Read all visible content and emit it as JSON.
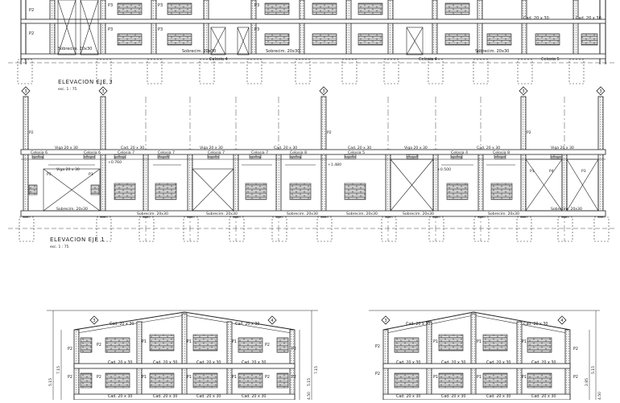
{
  "titles": {
    "eje3": "ELEVACION EJE 3",
    "eje3_scale": "esc. 1 : 75",
    "eje1": "ELEVACION EJE 1",
    "eje1_scale": "esc. 1 : 75"
  },
  "grid_markers": {
    "eje1": [
      "3",
      "3",
      "3",
      "3",
      "3"
    ],
    "lower_left": [
      "3",
      "4"
    ],
    "lower_right": [
      "3",
      "4"
    ]
  },
  "labels": {
    "viga": "Viga  20 x 30",
    "cad": "Cad. 20 x 30",
    "cad_short": "Cad.  20 x 30",
    "sobrecimiento": "Sobrecim. 20x30",
    "celosia_4": "Celosia 4",
    "celosia_5": "Celosia 5",
    "celosia_6": "Celosia 6",
    "celosia_7": "Celosia 7",
    "celosia_8": "Celosia 8",
    "p1": "P1",
    "p2": "P2",
    "p3": "P3",
    "p4": "P4",
    "level_1": "+1.480",
    "level_2": "+0.760",
    "level_3": "+0.500",
    "dim_a": "2.85",
    "dim_b": "5.15",
    "dim_c": "7.15",
    "dim_d": "4.50"
  }
}
